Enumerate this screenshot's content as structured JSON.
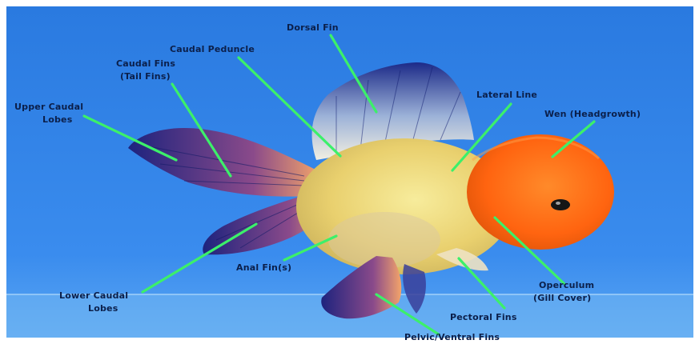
{
  "diagram": {
    "labels": {
      "dorsal_fin": "Dorsal Fin",
      "caudal_peduncle": "Caudal Peduncle",
      "caudal_fins_1": "Caudal Fins",
      "caudal_fins_2": "(Tail Fins)",
      "upper_caudal_1": "Upper Caudal",
      "upper_caudal_2": "Lobes",
      "lateral_line": "Lateral Line",
      "wen": "Wen (Headgrowth)",
      "anal_fin": "Anal Fin(s)",
      "lower_caudal_1": "Lower Caudal",
      "lower_caudal_2": "Lobes",
      "operculum_1": "Operculum",
      "operculum_2": "(Gill Cover)",
      "pectoral_fins": "Pectoral Fins",
      "pelvic_fins": "Pelvic/Ventral Fins"
    },
    "colors": {
      "background": "#2f7fe0",
      "pointer": "#3cf06a",
      "label_text": "#0b1f4a",
      "head": "#ff6a12",
      "body": "#ecd77a",
      "fin_dark": "#1e2a8a"
    }
  }
}
